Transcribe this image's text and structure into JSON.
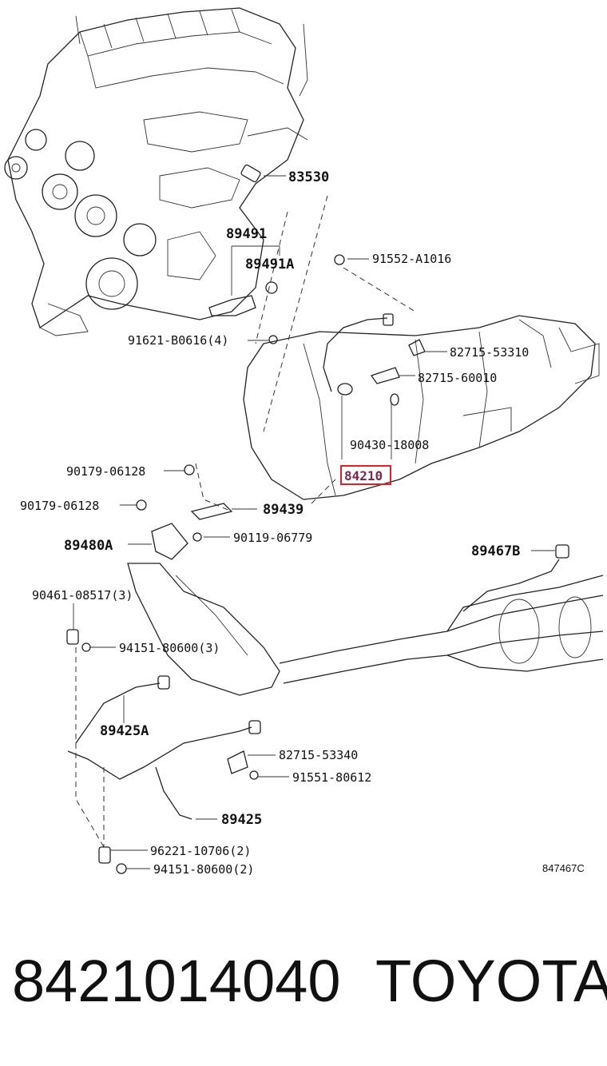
{
  "diagram": {
    "labels": {
      "l83530": "83530",
      "l89491": "89491",
      "l89491A": "89491A",
      "l91552": "91552-A1016",
      "l91621": "91621-B0616(4)",
      "l82715a": "82715-53310",
      "l82715b": "82715-60010",
      "l90430": "90430-18008",
      "l84210": "84210",
      "l90179a": "90179-06128",
      "l90179b": "90179-06128",
      "l89439": "89439",
      "l89480A": "89480A",
      "l90119": "90119-06779",
      "l89467B": "89467B",
      "l90461": "90461-08517(3)",
      "l94151a": "94151-80600(3)",
      "l89425A": "89425A",
      "l82715c": "82715-53340",
      "l91551": "91551-80612",
      "l89425": "89425",
      "l96221": "96221-10706(2)",
      "l94151b": "94151-80600(2)",
      "code": "847467C"
    },
    "highlight_color": "#e0202a"
  },
  "footer": {
    "part_number": "8421014040",
    "brand": "TOYOTA"
  }
}
